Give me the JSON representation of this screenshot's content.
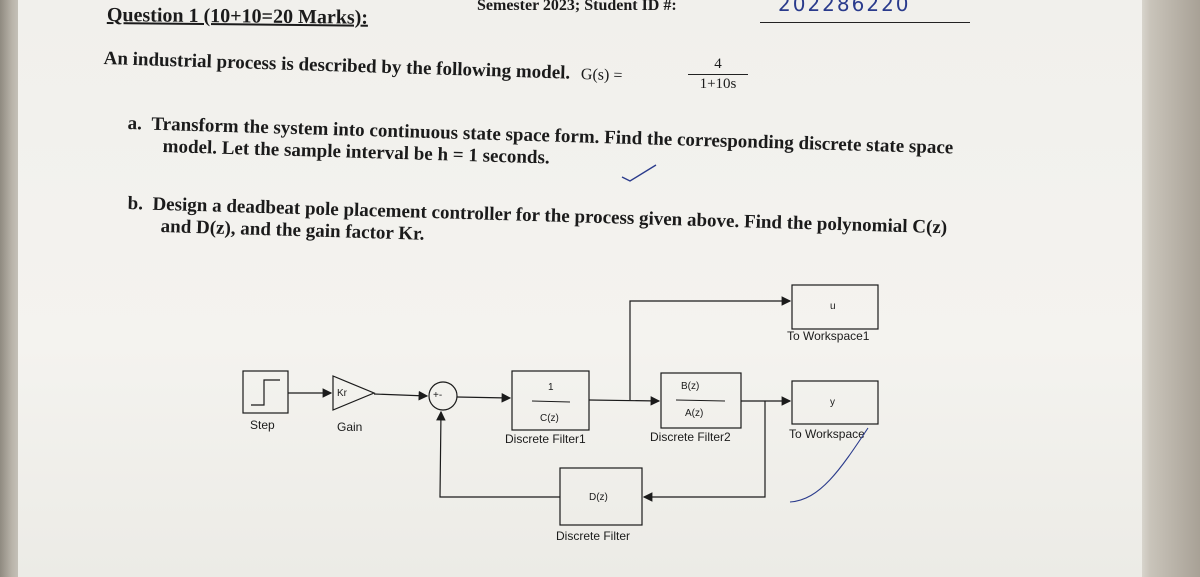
{
  "header": {
    "semester_text": "Semester 2023; Student ID #:",
    "student_id": "202286220"
  },
  "question": {
    "title": "Question 1 (10+10=20 Marks):",
    "intro": "An industrial process is described by the following model.",
    "model_lhs": "G(s) =",
    "model_num": "4",
    "model_den": "1+10s",
    "part_a_label": "a.",
    "part_a_line1": "Transform the system into continuous state space form. Find the corresponding discrete state space",
    "part_a_line2": "model. Let the sample interval be h = 1 seconds.",
    "part_b_label": "b.",
    "part_b_line1": "Design a deadbeat pole placement controller for the process given above. Find the polynomial C(z)",
    "part_b_line2": "and D(z), and the gain factor Kr."
  },
  "diagram": {
    "step_label": "Step",
    "gain_text": "Kr",
    "gain_label": "Gain",
    "sum_signs": "+-",
    "filter1_num": "1",
    "filter1_den": "C(z)",
    "filter1_label": "Discrete Filter1",
    "filter2_num": "B(z)",
    "filter2_den": "A(z)",
    "filter2_label": "Discrete Filter2",
    "ws1_var": "u",
    "ws1_label": "To Workspace1",
    "ws2_var": "y",
    "ws2_label": "To Workspace",
    "filter3_text": "D(z)",
    "filter3_label": "Discrete Filter"
  },
  "colors": {
    "ink": "#1b1b1b",
    "pen_blue": "#2a3b8c"
  }
}
